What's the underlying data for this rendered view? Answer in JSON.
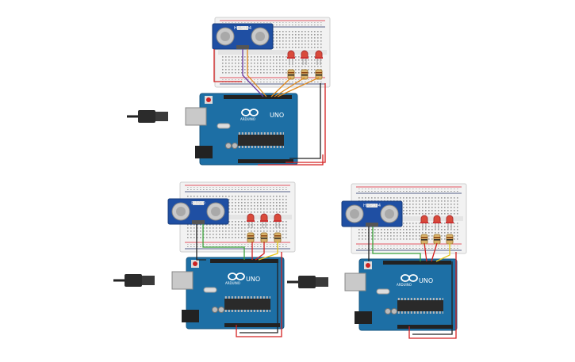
{
  "workspace": {
    "circuits": [
      {
        "id": "circuit-1",
        "sensor_label": "HC-SR04",
        "board_label": "UNO",
        "board_brand": "ARDUINO"
      },
      {
        "id": "circuit-2",
        "sensor_label": "PROTO",
        "board_label": "UNO",
        "board_brand": "ARDUINO"
      },
      {
        "id": "circuit-3",
        "sensor_label": "HC-SR04",
        "board_label": "UNO",
        "board_brand": "ARDUINO"
      }
    ],
    "colors": {
      "board": "#1d6fa5",
      "sensor": "#1f4fa3",
      "breadboard": "#f0f0f0",
      "led": "#d94a3a",
      "wire_red": "#d42020",
      "wire_black": "#222222",
      "wire_orange": "#e08a1e",
      "wire_yellow": "#e6c619",
      "wire_green": "#3aa13a",
      "wire_purple": "#6a3aa1"
    }
  }
}
